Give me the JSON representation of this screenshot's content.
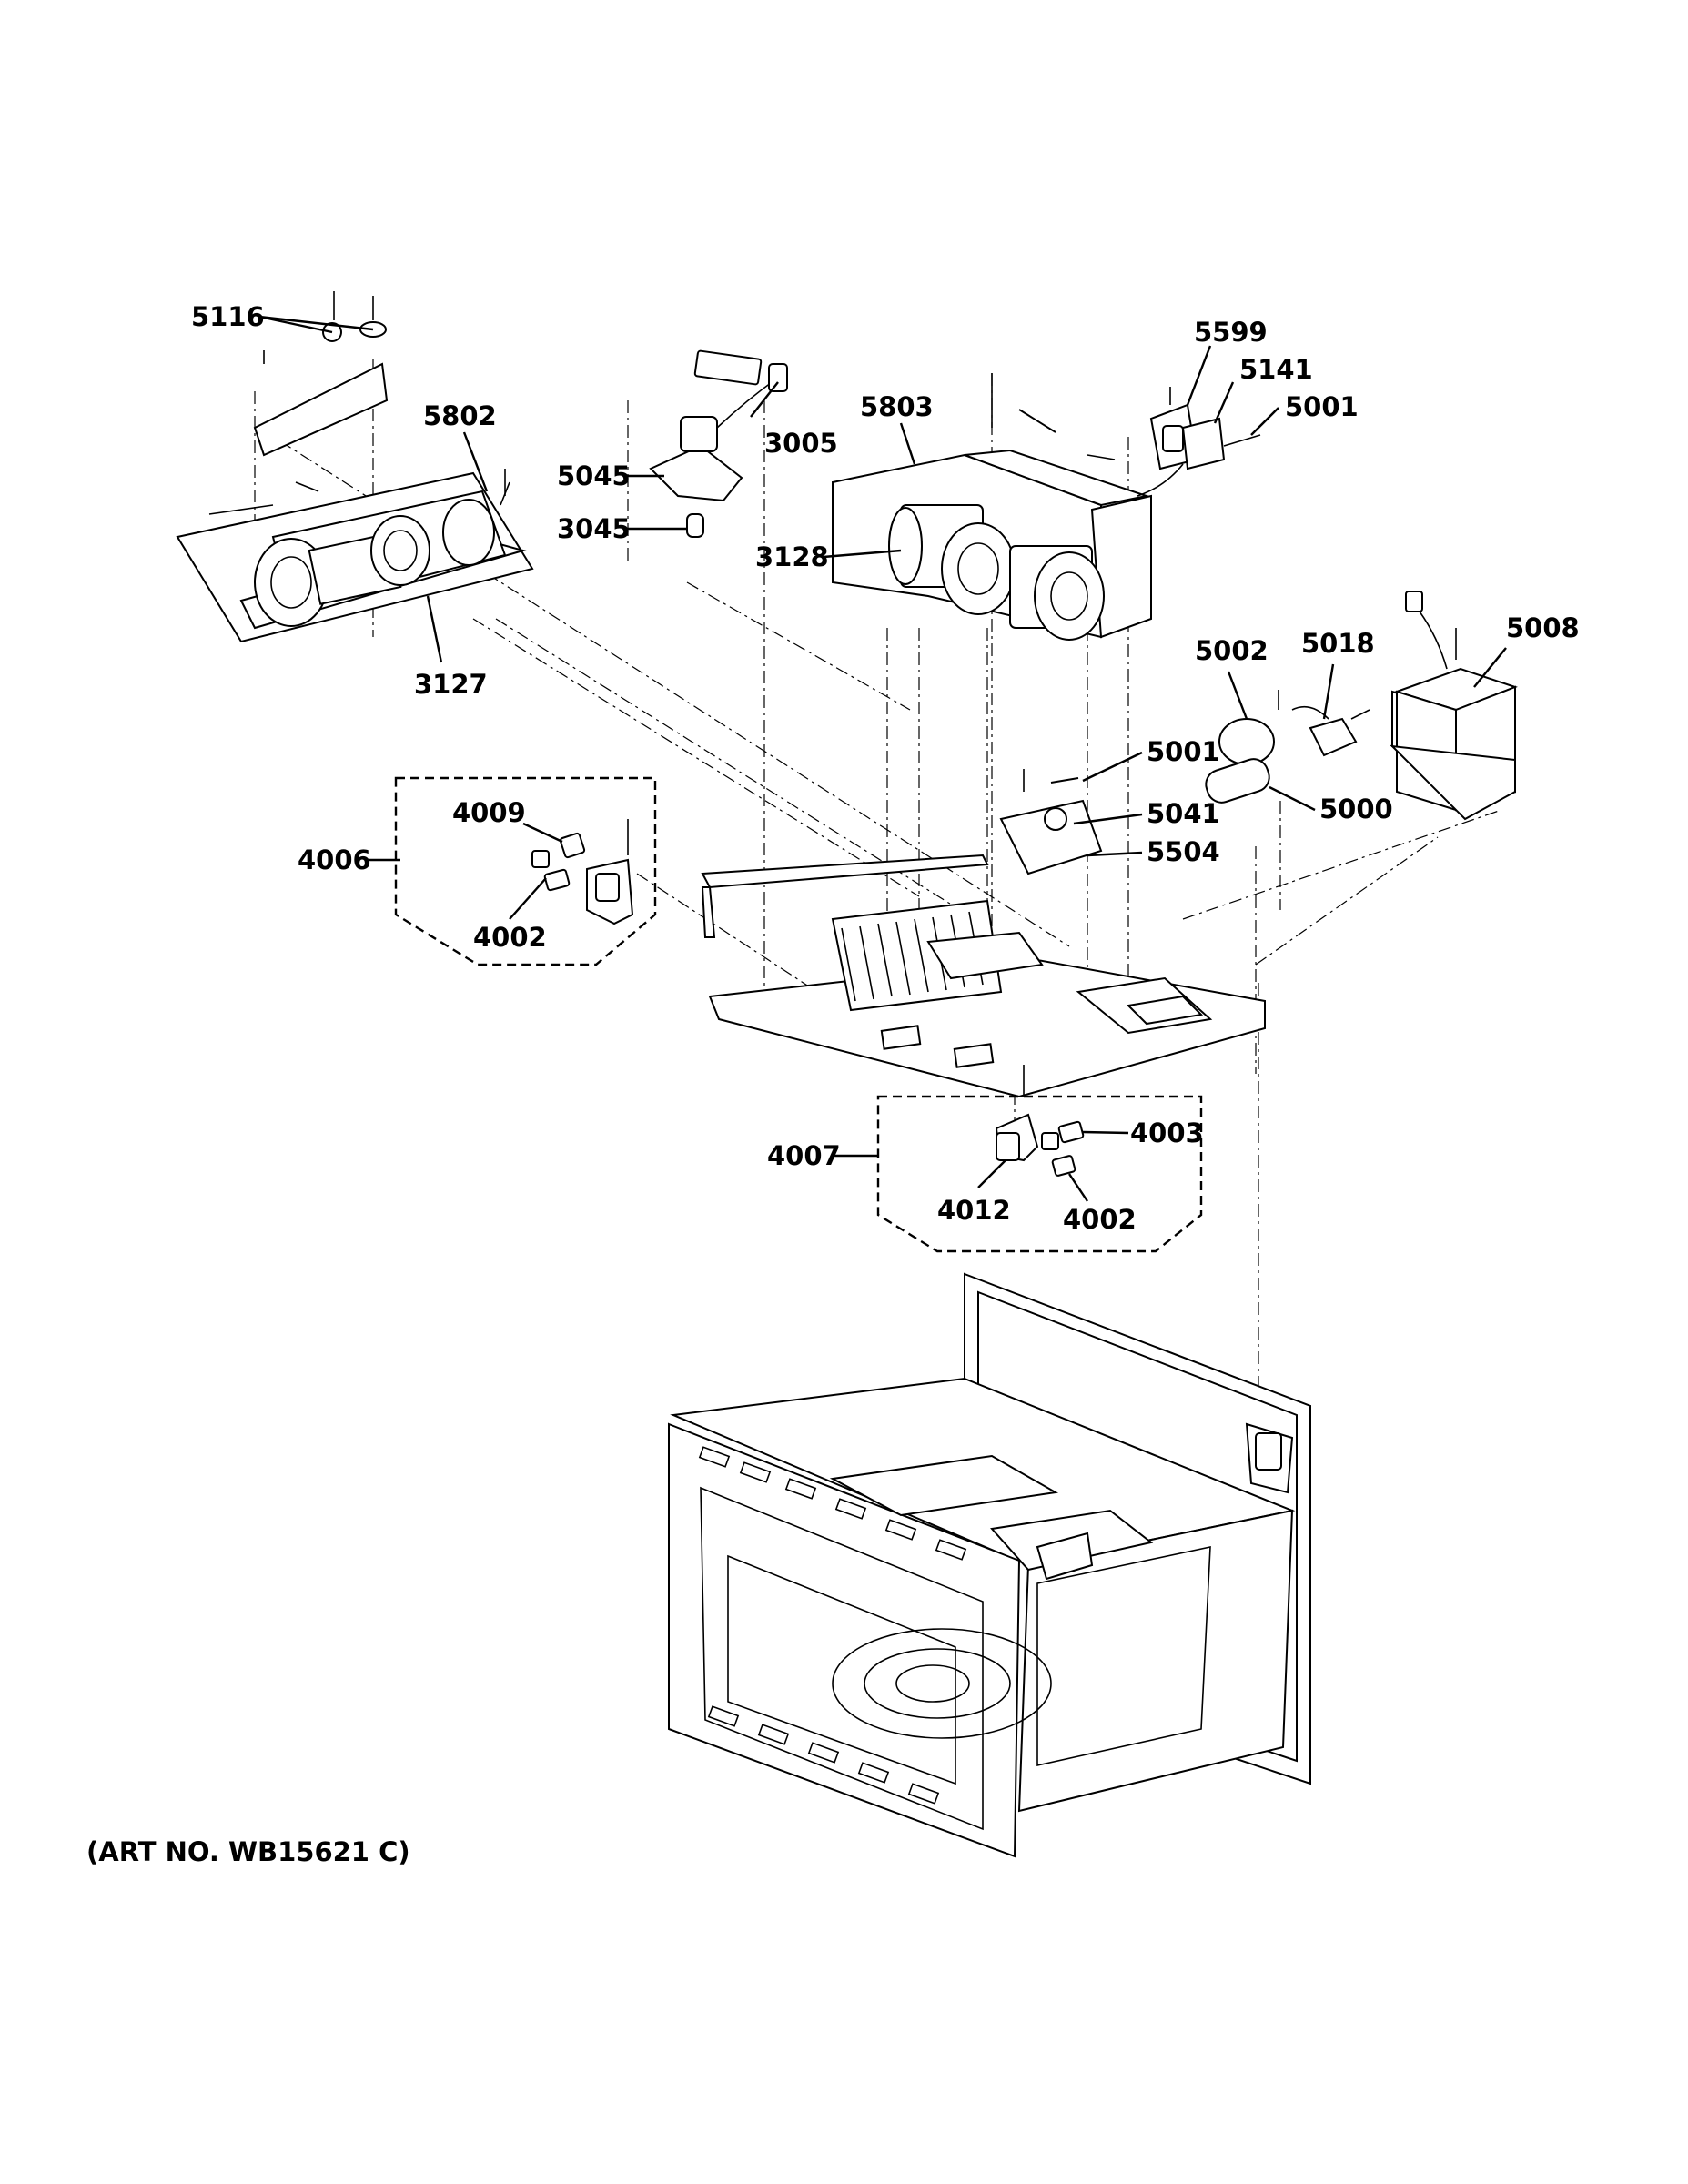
{
  "labels": {
    "l5116": "5116",
    "l5802": "5802",
    "l5045": "5045",
    "l3005": "3005",
    "l3045": "3045",
    "l5803": "5803",
    "l3128": "3128",
    "l3127": "3127",
    "l5599": "5599",
    "l5141": "5141",
    "l5001a": "5001",
    "l5002": "5002",
    "l5018": "5018",
    "l5008": "5008",
    "l5001b": "5001",
    "l5041": "5041",
    "l5000": "5000",
    "l5504": "5504",
    "l4009": "4009",
    "l4006": "4006",
    "l4002a": "4002",
    "l4003": "4003",
    "l4007": "4007",
    "l4012": "4012",
    "l4002b": "4002"
  },
  "caption": "(ART NO. WB15621 C)"
}
